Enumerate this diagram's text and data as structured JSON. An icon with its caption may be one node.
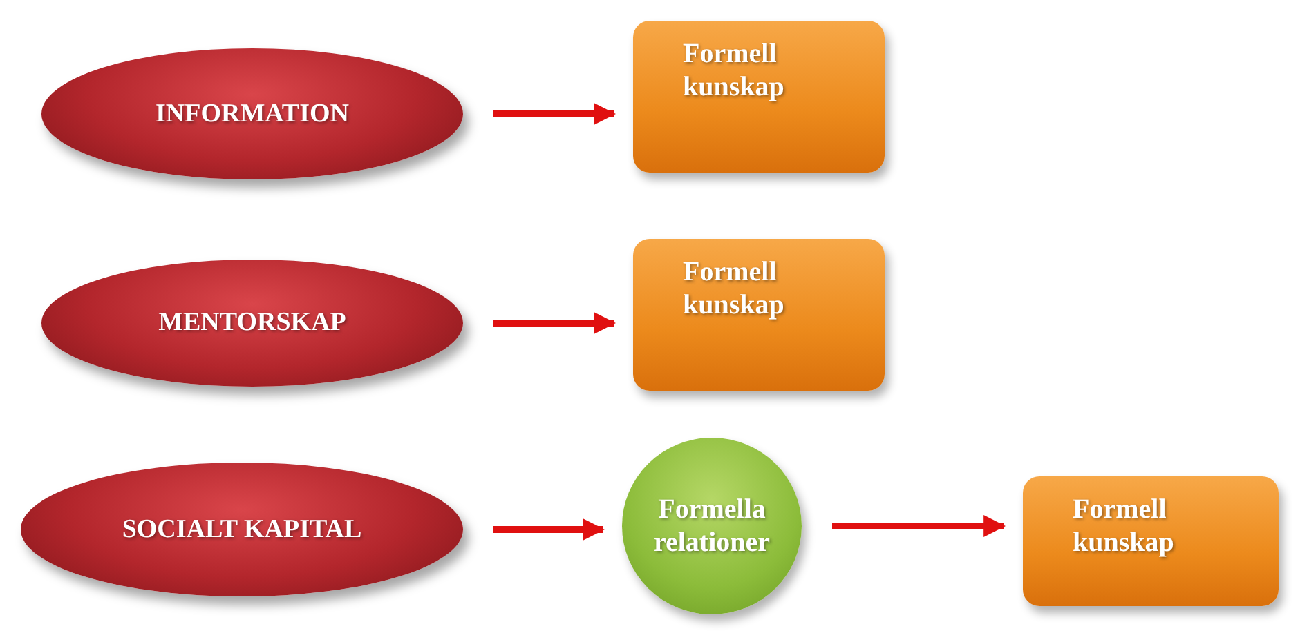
{
  "diagram": {
    "nodes": [
      {
        "text": [
          "INFORMATION"
        ]
      },
      {
        "text": [
          "Formell kunskap"
        ]
      },
      {
        "text": [
          "MENTORSKAP"
        ]
      },
      {
        "text": [
          "Formell kunskap"
        ]
      },
      {
        "text": [
          "SOCIALT KAPITAL"
        ]
      },
      {
        "text": [
          "Formella relationer"
        ]
      },
      {
        "text": [
          "Formell kunskap"
        ]
      }
    ],
    "edges": [
      {
        "from": 0,
        "to": 1,
        "arrow": "to"
      },
      {
        "from": 2,
        "to": 3,
        "arrow": "to"
      },
      {
        "from": 4,
        "to": 5,
        "arrow": "to"
      },
      {
        "from": 5,
        "to": 6,
        "arrow": "to"
      }
    ]
  }
}
